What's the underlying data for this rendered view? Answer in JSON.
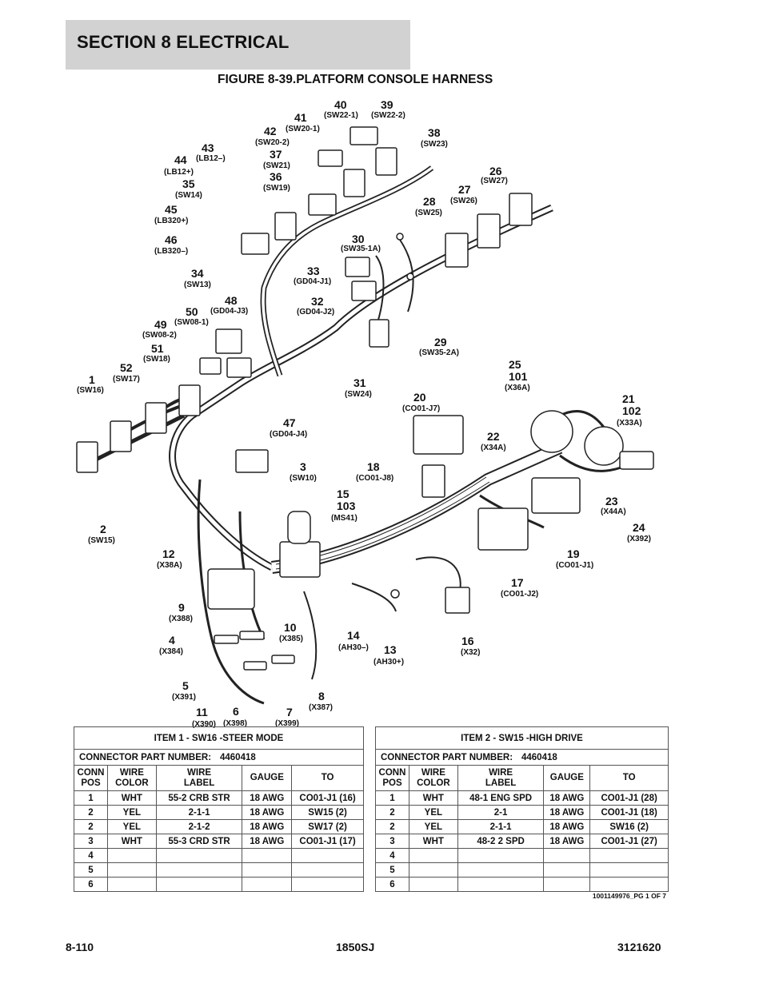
{
  "header": {
    "section": "SECTION 8   ELECTRICAL"
  },
  "figure": {
    "title": "FIGURE 8-39.PLATFORM CONSOLE HARNESS"
  },
  "callouts": [
    {
      "num": "40",
      "sub": "(SW22-1)"
    },
    {
      "num": "39",
      "sub": "(SW22-2)"
    },
    {
      "num": "41",
      "sub": "(SW20-1)"
    },
    {
      "num": "42",
      "sub": "(SW20-2)"
    },
    {
      "num": "38",
      "sub": "(SW23)"
    },
    {
      "num": "43",
      "sub": "(LB12–)"
    },
    {
      "num": "37",
      "sub": "(SW21)"
    },
    {
      "num": "44",
      "sub": "(LB12+)"
    },
    {
      "num": "36",
      "sub": "(SW19)"
    },
    {
      "num": "26",
      "sub": "(SW27)"
    },
    {
      "num": "35",
      "sub": "(SW14)"
    },
    {
      "num": "27",
      "sub": "(SW26)"
    },
    {
      "num": "28",
      "sub": "(SW25)"
    },
    {
      "num": "45",
      "sub": "(LB320+)"
    },
    {
      "num": "46",
      "sub": "(LB320–)"
    },
    {
      "num": "30",
      "sub": "(SW35-1A)"
    },
    {
      "num": "34",
      "sub": "(SW13)"
    },
    {
      "num": "33",
      "sub": "(GD04-J1)"
    },
    {
      "num": "48",
      "sub": "(GD04-J3)"
    },
    {
      "num": "32",
      "sub": "(GD04-J2)"
    },
    {
      "num": "50",
      "sub": "(SW08-1)"
    },
    {
      "num": "49",
      "sub": "(SW08-2)"
    },
    {
      "num": "29",
      "sub": "(SW35-2A)"
    },
    {
      "num": "51",
      "sub": "(SW18)"
    },
    {
      "num": "52",
      "sub": "(SW17)"
    },
    {
      "num": "25\n101",
      "sub": "(X36A)"
    },
    {
      "num": "1",
      "sub": "(SW16)"
    },
    {
      "num": "31",
      "sub": "(SW24)"
    },
    {
      "num": "20",
      "sub": "(CO01-J7)"
    },
    {
      "num": "21\n102",
      "sub": "(X33A)"
    },
    {
      "num": "47",
      "sub": "(GD04-J4)"
    },
    {
      "num": "22",
      "sub": "(X34A)"
    },
    {
      "num": "3",
      "sub": "(SW10)"
    },
    {
      "num": "18",
      "sub": "(CO01-J8)"
    },
    {
      "num": "15\n103",
      "sub": "(MS41)"
    },
    {
      "num": "23",
      "sub": "(X44A)"
    },
    {
      "num": "2",
      "sub": "(SW15)"
    },
    {
      "num": "24",
      "sub": "(X392)"
    },
    {
      "num": "12",
      "sub": "(X38A)"
    },
    {
      "num": "19",
      "sub": "(CO01-J1)"
    },
    {
      "num": "17",
      "sub": "(CO01-J2)"
    },
    {
      "num": "9",
      "sub": "(X388)"
    },
    {
      "num": "10",
      "sub": "(X385)"
    },
    {
      "num": "4",
      "sub": "(X384)"
    },
    {
      "num": "14",
      "sub": "(AH30–)"
    },
    {
      "num": "13",
      "sub": "(AH30+)"
    },
    {
      "num": "16",
      "sub": "(X32)"
    },
    {
      "num": "5",
      "sub": "(X391)"
    },
    {
      "num": "8",
      "sub": "(X387)"
    },
    {
      "num": "11",
      "sub": "(X390)"
    },
    {
      "num": "6",
      "sub": "(X398)"
    },
    {
      "num": "7",
      "sub": "(X399)"
    }
  ],
  "tables": [
    {
      "title": "ITEM 1 - SW16 -STEER MODE",
      "connector_label": "CONNECTOR PART NUMBER:",
      "connector_number": "4460418",
      "headers": [
        "CONN\nPOS",
        "WIRE\nCOLOR",
        "WIRE\nLABEL",
        "GAUGE",
        "TO"
      ],
      "rows": [
        [
          "1",
          "WHT",
          "55-2  CRB STR",
          "18  AWG",
          "CO01-J1 (16)"
        ],
        [
          "2",
          "YEL",
          "2-1-1",
          "18  AWG",
          "SW15 (2)"
        ],
        [
          "2",
          "YEL",
          "2-1-2",
          "18  AWG",
          "SW17 (2)"
        ],
        [
          "3",
          "WHT",
          "55-3  CRD STR",
          "18  AWG",
          "CO01-J1 (17)"
        ],
        [
          "4",
          "",
          "",
          "",
          ""
        ],
        [
          "5",
          "",
          "",
          "",
          ""
        ],
        [
          "6",
          "",
          "",
          "",
          ""
        ]
      ]
    },
    {
      "title": "ITEM 2 - SW15 -HIGH DRIVE",
      "connector_label": "CONNECTOR PART NUMBER:",
      "connector_number": "4460418",
      "headers": [
        "CONN\nPOS",
        "WIRE\nCOLOR",
        "WIRE\nLABEL",
        "GAUGE",
        "TO"
      ],
      "rows": [
        [
          "1",
          "WHT",
          "48-1  ENG SPD",
          "18  AWG",
          "CO01-J1 (28)"
        ],
        [
          "2",
          "YEL",
          "2-1",
          "18  AWG",
          "CO01-J1 (18)"
        ],
        [
          "2",
          "YEL",
          "2-1-1",
          "18  AWG",
          "SW16 (2)"
        ],
        [
          "3",
          "WHT",
          "48-2   2 SPD",
          "18  AWG",
          "CO01-J1 (27)"
        ],
        [
          "4",
          "",
          "",
          "",
          ""
        ],
        [
          "5",
          "",
          "",
          "",
          ""
        ],
        [
          "6",
          "",
          "",
          "",
          ""
        ]
      ]
    }
  ],
  "doc_ref": "1001149976_PG 1 OF 7",
  "footer": {
    "page": "8-110",
    "model": "1850SJ",
    "part": "3121620"
  }
}
